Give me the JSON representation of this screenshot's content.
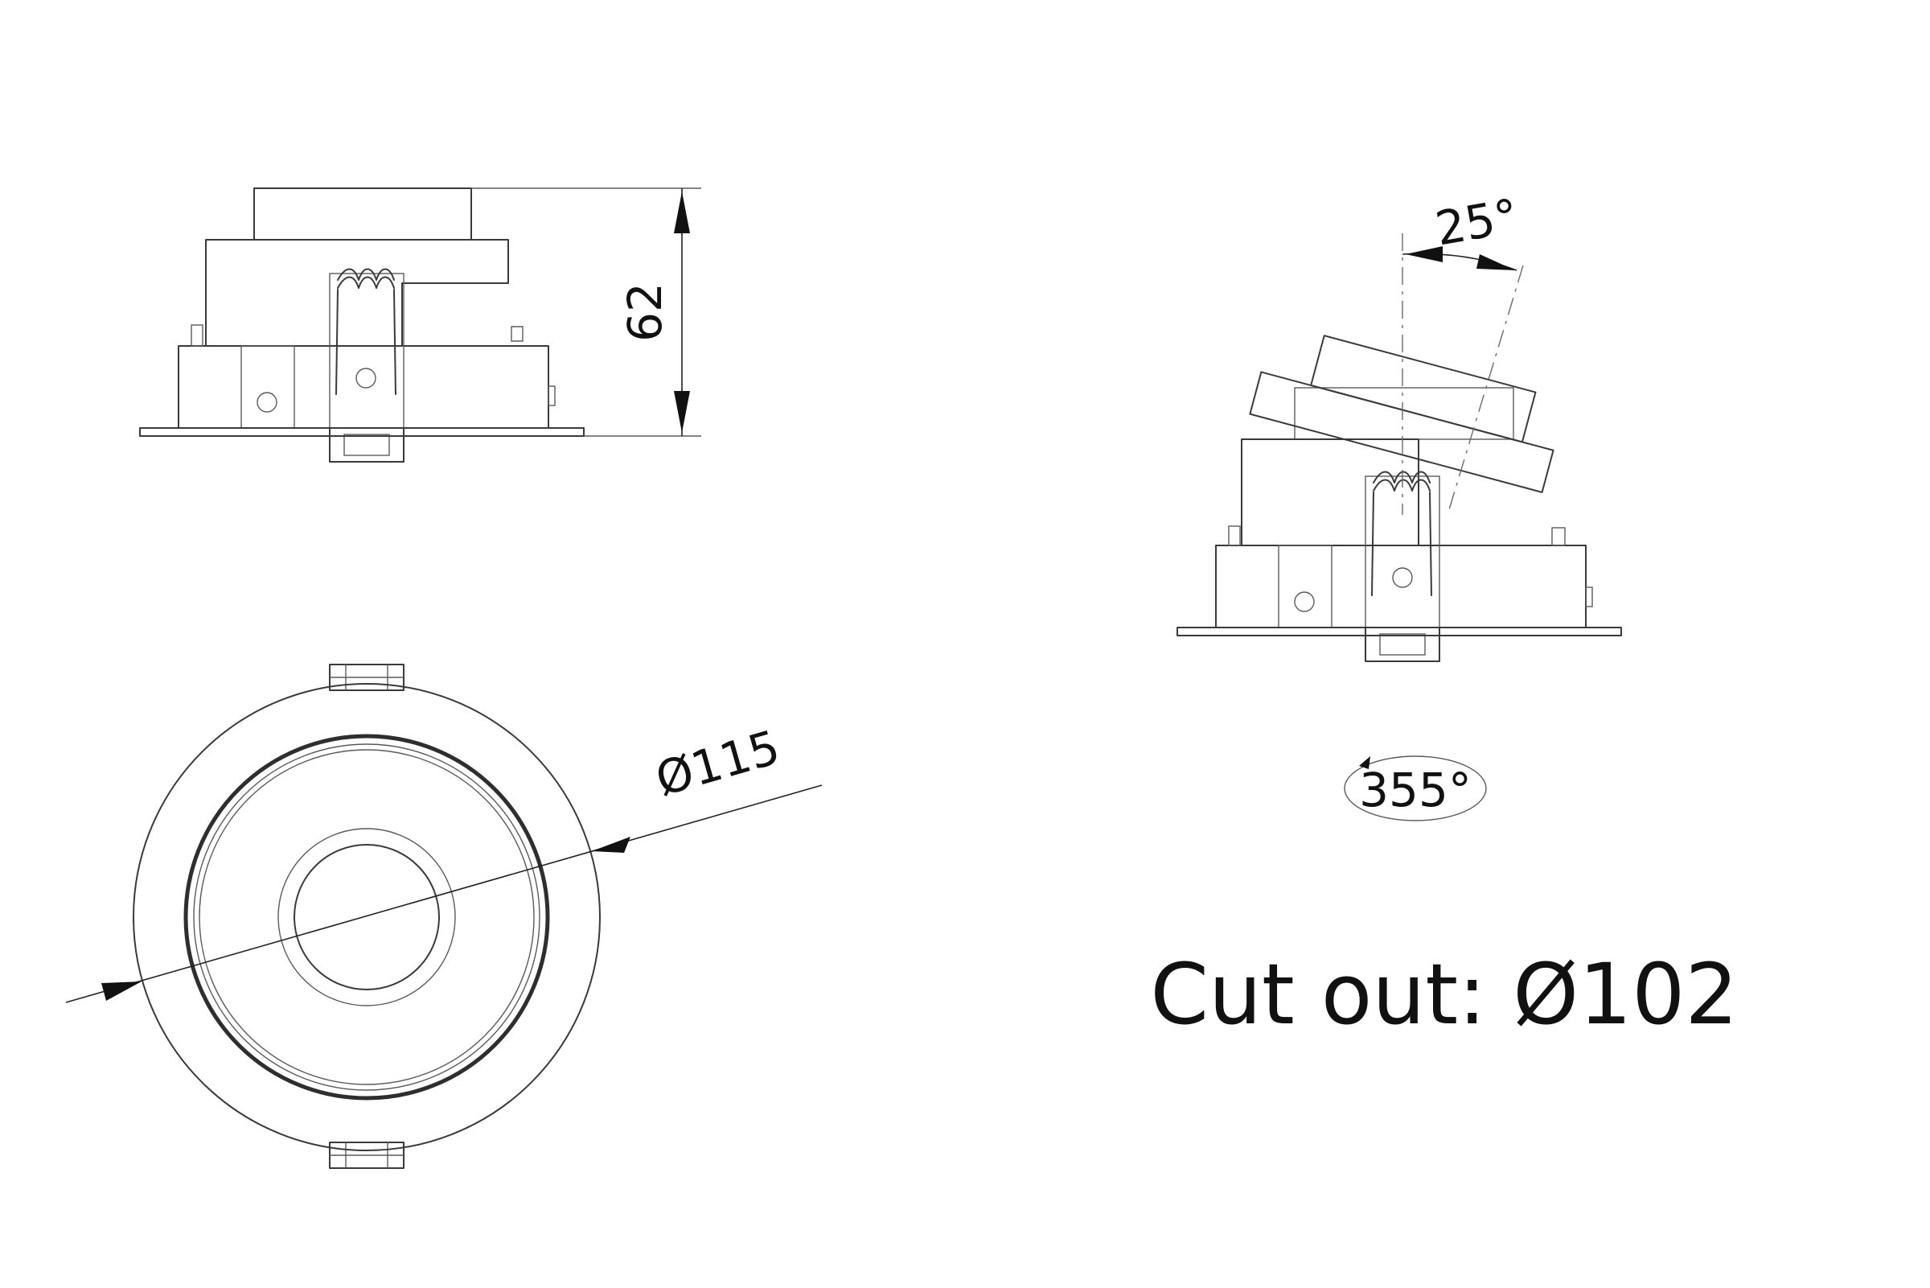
{
  "dimensions": {
    "height": "62",
    "diameter": "Ø115",
    "tilt_angle": "25°",
    "rotation_angle": "355°"
  },
  "cut_out_label": "Cut out: Ø102"
}
